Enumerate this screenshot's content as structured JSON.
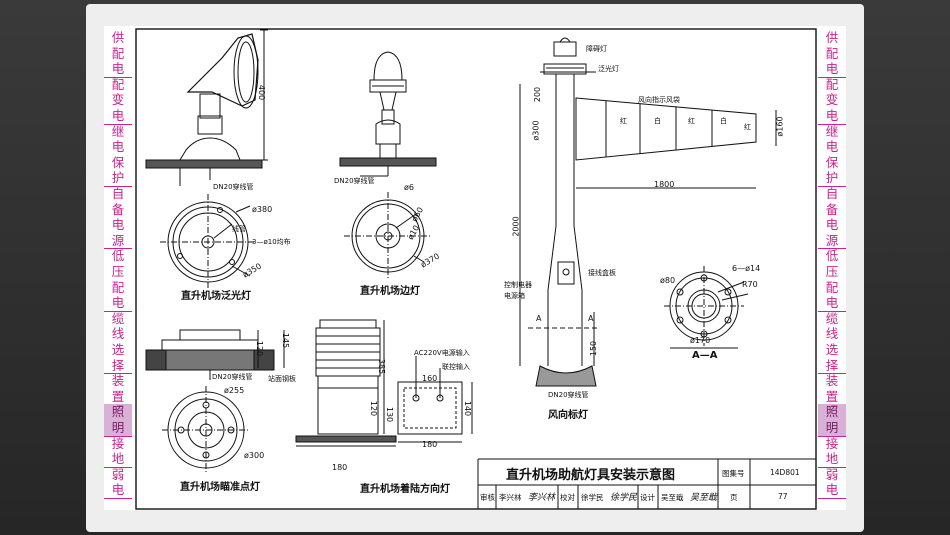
{
  "tabs": {
    "left": [
      {
        "text": "供配电",
        "highlighted": false
      },
      {
        "text": "配变电",
        "highlighted": false
      },
      {
        "text": "继电保护",
        "highlighted": false
      },
      {
        "text": "自备电源",
        "highlighted": false
      },
      {
        "text": "低压配电",
        "highlighted": false
      },
      {
        "text": "缆线选择",
        "highlighted": false
      },
      {
        "text": "装置",
        "highlighted": false
      },
      {
        "text": "照明",
        "highlighted": true
      },
      {
        "text": "接地",
        "highlighted": false
      },
      {
        "text": "弱电",
        "highlighted": false
      }
    ],
    "right": [
      {
        "text": "供配电",
        "highlighted": false
      },
      {
        "text": "配变电",
        "highlighted": false
      },
      {
        "text": "继电保护",
        "highlighted": false
      },
      {
        "text": "自备电源",
        "highlighted": false
      },
      {
        "text": "低压配电",
        "highlighted": false
      },
      {
        "text": "缆线选择",
        "highlighted": false
      },
      {
        "text": "装置",
        "highlighted": false
      },
      {
        "text": "照明",
        "highlighted": true
      },
      {
        "text": "接地",
        "highlighted": false
      },
      {
        "text": "弱电",
        "highlighted": false
      }
    ]
  },
  "drawing": {
    "captions": {
      "floodlight": "直升机场泛光灯",
      "edge_light": "直升机场边灯",
      "aiming_light": "直升机场瞄准点灯",
      "landing_light": "直升机场着陆方向灯",
      "windsock": "风向标灯",
      "section": "A—A"
    },
    "labels": {
      "dn20_1": "DN20穿线管",
      "dn20_2": "DN20穿线管",
      "dn20_3": "DN20穿线管",
      "dn20_4": "DN20穿线管",
      "cable": "线管",
      "bolts": "3—ø10均布",
      "surface": "站面钢板",
      "ac_in": "AC220V电源输入",
      "ctrl_in": "联控输入",
      "obstacle": "障碍灯",
      "flood": "泛光灯",
      "windsock_label": "风向指示风袋",
      "red1": "红",
      "white1": "白",
      "red2": "红",
      "white2": "白",
      "red3": "红",
      "junction": "接线盒板",
      "ctrl_box": "控制电器",
      "power_box": "电源箱",
      "sec_a1": "A",
      "sec_a2": "A"
    },
    "dims": {
      "d400": "400",
      "d380": "ø380",
      "d350": "ø350",
      "d6": "ø6",
      "d60": "ø60",
      "d10": "ø10",
      "d370": "ø370",
      "d120a": "120",
      "d145": "145",
      "d255": "ø255",
      "d300a": "ø300",
      "d385": "385",
      "d120b": "120",
      "d130": "130",
      "d160a": "160",
      "d140": "140",
      "d180a": "180",
      "d180b": "180",
      "d200": "200",
      "d300b": "ø300",
      "d2000": "2000",
      "d1800": "1800",
      "d160b": "ø160",
      "d150": "150",
      "d6_14": "6—ø14",
      "d80": "ø80",
      "r70": "R70",
      "d170": "ø170"
    },
    "title_block": {
      "title": "直升机场助航灯具安装示意图",
      "atlas_label": "图集号",
      "atlas_no": "14D801",
      "review_label": "审核",
      "reviewer": "李兴林",
      "reviewer_sign": "李兴林",
      "check_label": "校对",
      "checker": "徐学民",
      "checker_sign": "徐学民",
      "design_label": "设计",
      "designer": "吴至戢",
      "designer_sign": "吴至戢",
      "page_label": "页",
      "page_no": "77"
    }
  }
}
